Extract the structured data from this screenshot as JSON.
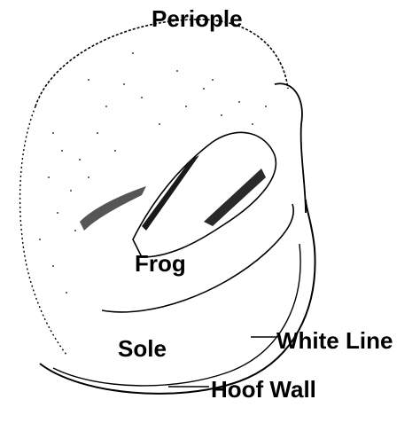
{
  "labels": {
    "periople": "Periople",
    "frog": "Frog",
    "sole": "Sole",
    "white_line": "White Line",
    "hoof_wall": "Hoof Wall"
  },
  "colors": {
    "ink": "#000000",
    "stipple": "#3a3a3a",
    "background": "#ffffff"
  }
}
